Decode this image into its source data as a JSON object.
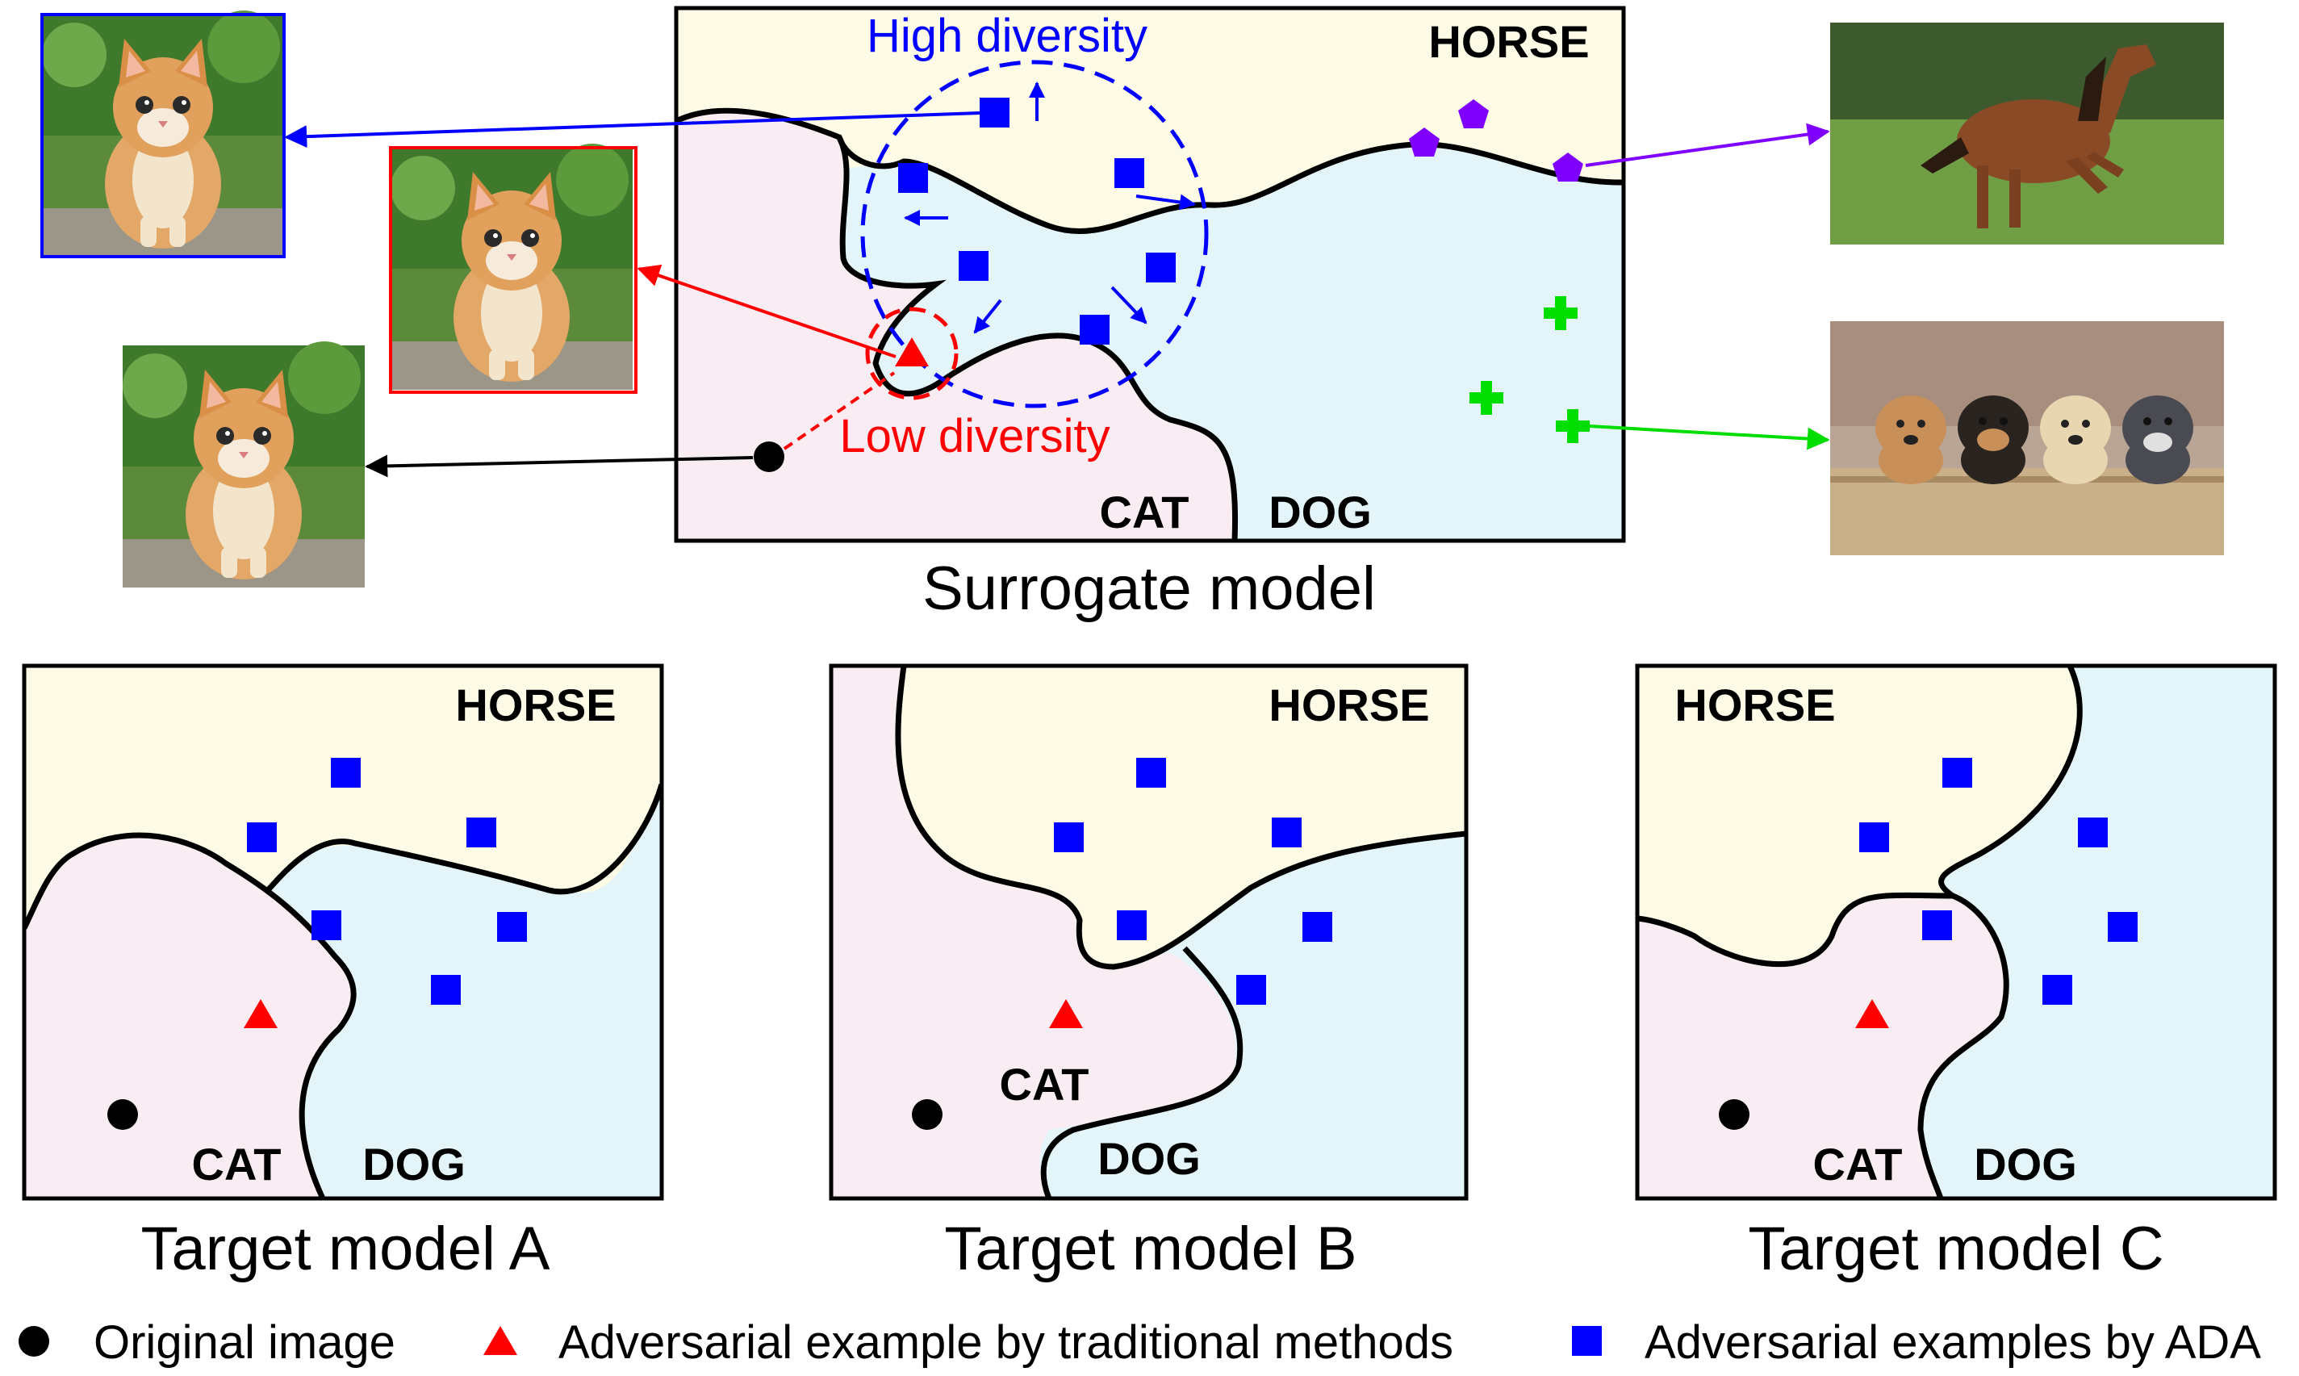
{
  "surrogate": {
    "title": "Surrogate model",
    "labels": {
      "horse": "HORSE",
      "cat": "CAT",
      "dog": "DOG"
    },
    "annotations": {
      "high": "High diversity",
      "low": "Low diversity"
    }
  },
  "targets": [
    {
      "title": "Target model A",
      "labels": {
        "horse": "HORSE",
        "cat": "CAT",
        "dog": "DOG"
      }
    },
    {
      "title": "Target model B",
      "labels": {
        "horse": "HORSE",
        "cat": "CAT",
        "dog": "DOG"
      }
    },
    {
      "title": "Target model C",
      "labels": {
        "horse": "HORSE",
        "cat": "CAT",
        "dog": "DOG"
      }
    }
  ],
  "legend": {
    "original": "Original image",
    "traditional": "Adversarial example by traditional methods",
    "ada": "Adversarial examples by ADA"
  },
  "colors": {
    "horse_region": "#fdfbe6",
    "cat_region": "#f9edf3",
    "dog_region": "#e4f5fa",
    "ada": "#0000ff",
    "traditional": "#ff0000",
    "original": "#000000",
    "horse_marker": "#8000ff",
    "dog_marker": "#00dd00"
  },
  "icons": {
    "thumb_cat_blue": "kitten-photo",
    "thumb_cat_red": "kitten-photo",
    "thumb_cat_black": "kitten-photo",
    "thumb_horse": "horse-photo",
    "thumb_dogs": "puppies-photo"
  }
}
